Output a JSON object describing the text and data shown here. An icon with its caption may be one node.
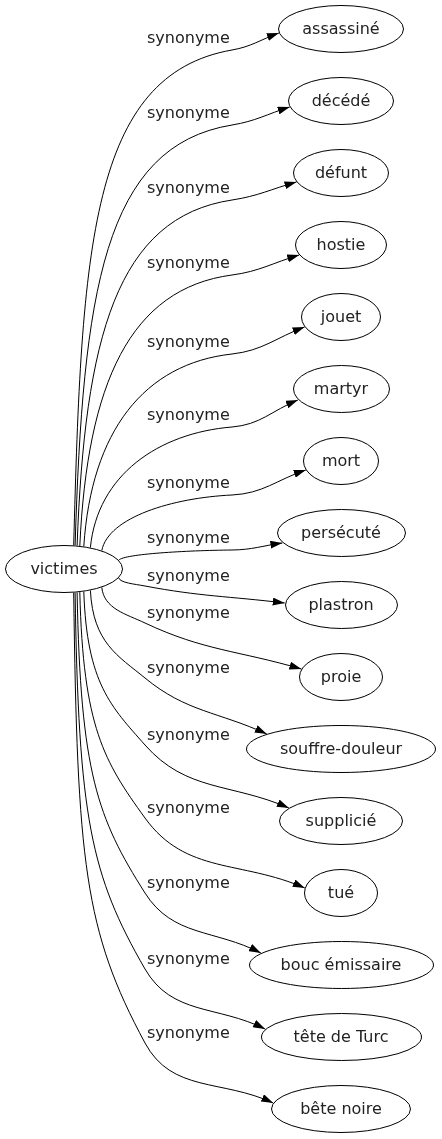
{
  "diagram": {
    "nodes": [
      {
        "text": [
          "victimes"
        ]
      },
      {
        "text": [
          "assassiné"
        ]
      },
      {
        "text": [
          "décédé"
        ]
      },
      {
        "text": [
          "défunt"
        ]
      },
      {
        "text": [
          "hostie"
        ]
      },
      {
        "text": [
          "jouet"
        ]
      },
      {
        "text": [
          "martyr"
        ]
      },
      {
        "text": [
          "mort"
        ]
      },
      {
        "text": [
          "persécuté"
        ]
      },
      {
        "text": [
          "plastron"
        ]
      },
      {
        "text": [
          "proie"
        ]
      },
      {
        "text": [
          "souffre-douleur"
        ]
      },
      {
        "text": [
          "supplicié"
        ]
      },
      {
        "text": [
          "tué"
        ]
      },
      {
        "text": [
          "bouc émissaire"
        ]
      },
      {
        "text": [
          "tête de Turc"
        ]
      },
      {
        "text": [
          "bête noire"
        ]
      }
    ],
    "edges": [
      {
        "from": 0,
        "to": 1,
        "arrow": "to",
        "label": "synonyme"
      },
      {
        "from": 0,
        "to": 2,
        "arrow": "to",
        "label": "synonyme"
      },
      {
        "from": 0,
        "to": 3,
        "arrow": "to",
        "label": "synonyme"
      },
      {
        "from": 0,
        "to": 4,
        "arrow": "to",
        "label": "synonyme"
      },
      {
        "from": 0,
        "to": 5,
        "arrow": "to",
        "label": "synonyme"
      },
      {
        "from": 0,
        "to": 6,
        "arrow": "to",
        "label": "synonyme"
      },
      {
        "from": 0,
        "to": 7,
        "arrow": "to",
        "label": "synonyme"
      },
      {
        "from": 0,
        "to": 8,
        "arrow": "to",
        "label": "synonyme"
      },
      {
        "from": 0,
        "to": 9,
        "arrow": "to",
        "label": "synonyme"
      },
      {
        "from": 0,
        "to": 10,
        "arrow": "to",
        "label": "synonyme"
      },
      {
        "from": 0,
        "to": 11,
        "arrow": "to",
        "label": "synonyme"
      },
      {
        "from": 0,
        "to": 12,
        "arrow": "to",
        "label": "synonyme"
      },
      {
        "from": 0,
        "to": 13,
        "arrow": "to",
        "label": "synonyme"
      },
      {
        "from": 0,
        "to": 14,
        "arrow": "to",
        "label": "synonyme"
      },
      {
        "from": 0,
        "to": 15,
        "arrow": "to",
        "label": "synonyme"
      },
      {
        "from": 0,
        "to": 16,
        "arrow": "to",
        "label": "synonyme"
      }
    ]
  }
}
